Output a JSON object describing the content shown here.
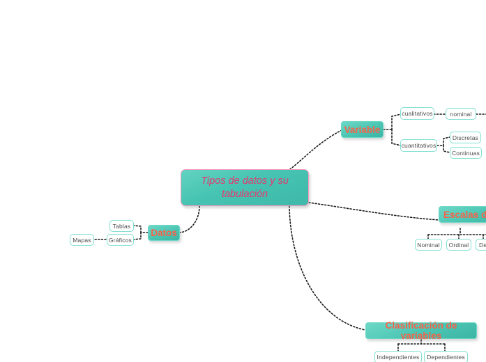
{
  "diagram": {
    "type": "mindmap",
    "background_color": "#ffffff",
    "root": {
      "label": "Tipos de datos y su tabulación",
      "line1": "Tipos de datos y su",
      "line2": "tabulación",
      "text_color": "#e8366f",
      "fill_color": "#46c3b2",
      "border_color": "#f49ac1"
    },
    "branches": [
      {
        "id": "variable",
        "label": "Variable",
        "text_color": "#f4634a",
        "fill_color": "#4ec6b4",
        "children": [
          {
            "id": "cualitativos",
            "label": "cualitativos",
            "children": [
              {
                "id": "nominal-cual",
                "label": "nominal",
                "children": []
              }
            ]
          },
          {
            "id": "cuantitativos",
            "label": "cuantitativos",
            "children": [
              {
                "id": "discretas",
                "label": "Discretas",
                "children": []
              },
              {
                "id": "continuas",
                "label": "Continuas",
                "children": []
              }
            ]
          }
        ]
      },
      {
        "id": "datos",
        "label": "Datos",
        "text_color": "#f4634a",
        "fill_color": "#4ec6b4",
        "children": [
          {
            "id": "tablas",
            "label": "Tablas",
            "children": []
          },
          {
            "id": "graficos",
            "label": "Gráficos",
            "children": [
              {
                "id": "mapas",
                "label": "Mapas",
                "children": []
              }
            ]
          }
        ]
      },
      {
        "id": "escalas",
        "label": "Escalas de v",
        "text_color": "#f4634a",
        "fill_color": "#4ec6b4",
        "children": [
          {
            "id": "nominal-esc",
            "label": "Nominal",
            "children": []
          },
          {
            "id": "ordinal",
            "label": "Ordinal",
            "children": []
          },
          {
            "id": "de-clipped",
            "label": "De",
            "children": []
          }
        ]
      },
      {
        "id": "clasificacion",
        "label": "Clasificación de variables",
        "text_color": "#f4634a",
        "fill_color": "#4ec6b4",
        "children": [
          {
            "id": "independientes",
            "label": "Independientes",
            "children": []
          },
          {
            "id": "dependientes",
            "label": "Dependientes",
            "children": []
          }
        ]
      }
    ]
  }
}
